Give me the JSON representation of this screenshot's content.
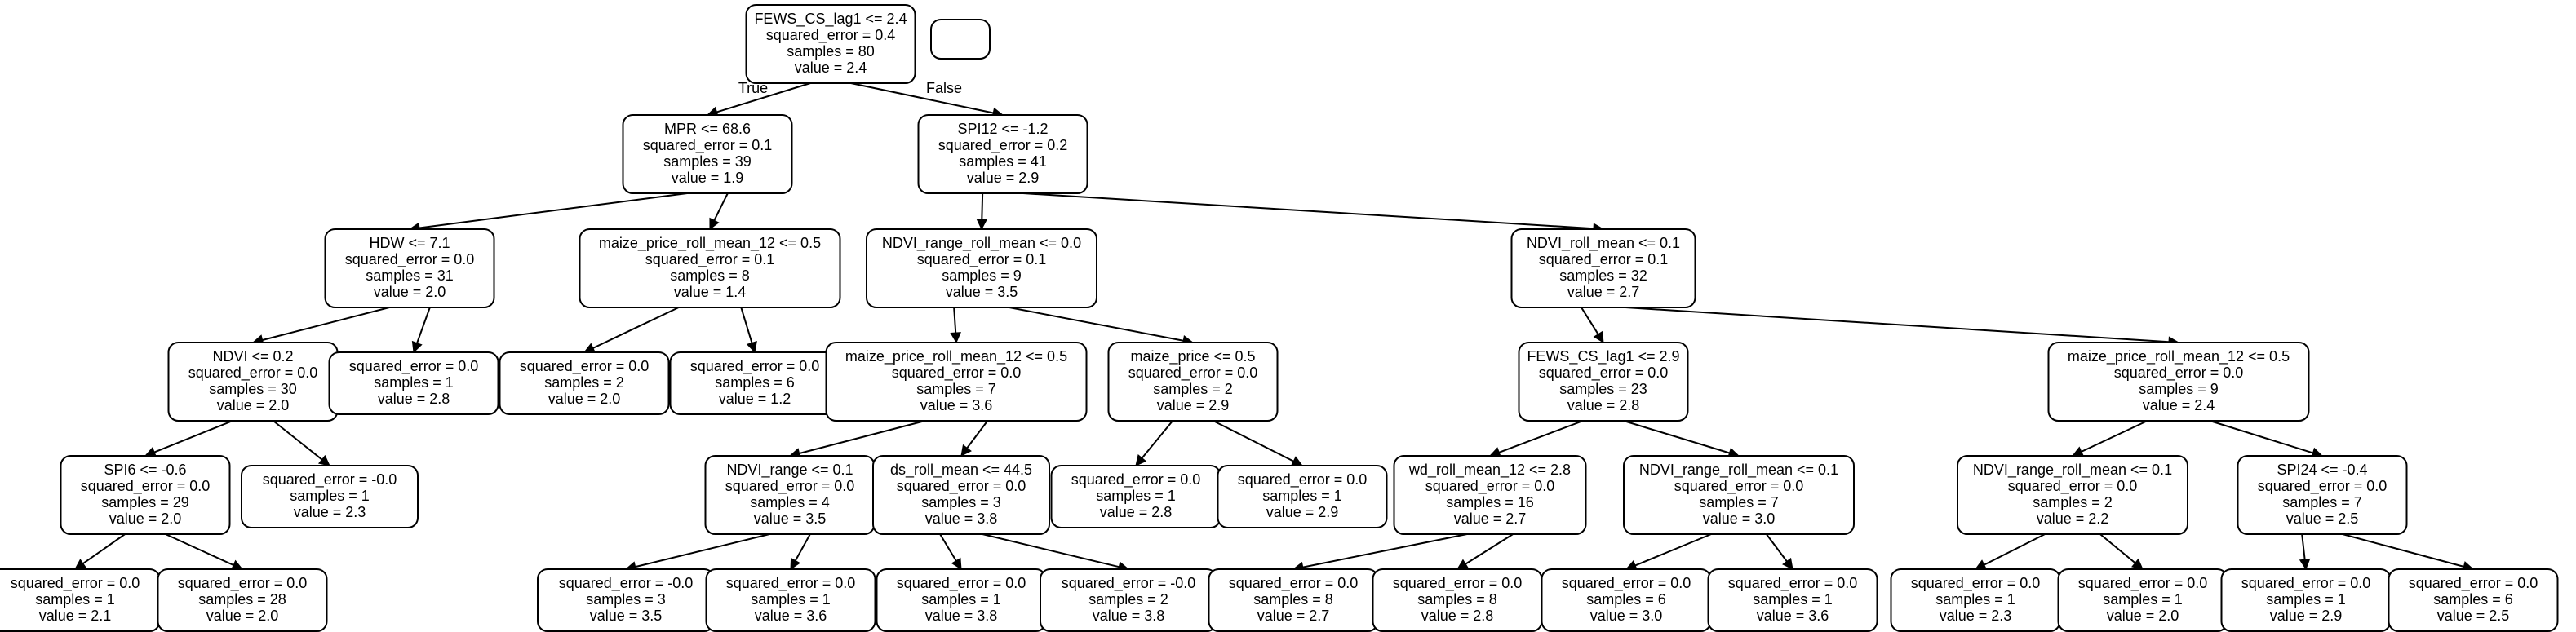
{
  "tree": {
    "root": {
      "lines": [
        "FEWS_CS_lag1 <= 2.4",
        "squared_error = 0.4",
        "samples = 80",
        "value = 2.4"
      ],
      "children": [
        {
          "lines": [
            "MPR <= 68.6",
            "squared_error = 0.1",
            "samples = 39",
            "value = 1.9"
          ],
          "children": [
            {
              "lines": [
                "HDW <= 7.1",
                "squared_error = 0.0",
                "samples = 31",
                "value = 2.0"
              ],
              "children": [
                {
                  "lines": [
                    "NDVI <= 0.2",
                    "squared_error = 0.0",
                    "samples = 30",
                    "value = 2.0"
                  ],
                  "children": [
                    {
                      "lines": [
                        "SPI6 <= -0.6",
                        "squared_error = 0.0",
                        "samples = 29",
                        "value = 2.0"
                      ],
                      "children": [
                        {
                          "lines": [
                            "squared_error = 0.0",
                            "samples = 1",
                            "value = 2.1"
                          ]
                        },
                        {
                          "lines": [
                            "squared_error = 0.0",
                            "samples = 28",
                            "value = 2.0"
                          ]
                        }
                      ]
                    },
                    {
                      "lines": [
                        "squared_error = -0.0",
                        "samples = 1",
                        "value = 2.3"
                      ]
                    }
                  ]
                },
                {
                  "lines": [
                    "squared_error = 0.0",
                    "samples = 1",
                    "value = 2.8"
                  ]
                }
              ]
            },
            {
              "lines": [
                "maize_price_roll_mean_12 <= 0.5",
                "squared_error = 0.1",
                "samples = 8",
                "value = 1.4"
              ],
              "children": [
                {
                  "lines": [
                    "squared_error = 0.0",
                    "samples = 2",
                    "value = 2.0"
                  ]
                },
                {
                  "lines": [
                    "squared_error = 0.0",
                    "samples = 6",
                    "value = 1.2"
                  ]
                }
              ]
            }
          ]
        },
        {
          "lines": [
            "SPI12 <= -1.2",
            "squared_error = 0.2",
            "samples = 41",
            "value = 2.9"
          ],
          "children": [
            {
              "lines": [
                "NDVI_range_roll_mean <= 0.0",
                "squared_error = 0.1",
                "samples = 9",
                "value = 3.5"
              ],
              "children": [
                {
                  "lines": [
                    "maize_price_roll_mean_12 <= 0.5",
                    "squared_error = 0.0",
                    "samples = 7",
                    "value = 3.6"
                  ],
                  "children": [
                    {
                      "lines": [
                        "NDVI_range <= 0.1",
                        "squared_error = 0.0",
                        "samples = 4",
                        "value = 3.5"
                      ],
                      "children": [
                        {
                          "lines": [
                            "squared_error = -0.0",
                            "samples = 3",
                            "value = 3.5"
                          ]
                        },
                        {
                          "lines": [
                            "squared_error = 0.0",
                            "samples = 1",
                            "value = 3.6"
                          ]
                        }
                      ]
                    },
                    {
                      "lines": [
                        "ds_roll_mean <= 44.5",
                        "squared_error = 0.0",
                        "samples = 3",
                        "value = 3.8"
                      ],
                      "children": [
                        {
                          "lines": [
                            "squared_error = 0.0",
                            "samples = 1",
                            "value = 3.8"
                          ]
                        },
                        {
                          "lines": [
                            "squared_error = -0.0",
                            "samples = 2",
                            "value = 3.8"
                          ]
                        }
                      ]
                    }
                  ]
                },
                {
                  "lines": [
                    "maize_price <= 0.5",
                    "squared_error = 0.0",
                    "samples = 2",
                    "value = 2.9"
                  ],
                  "children": [
                    {
                      "lines": [
                        "squared_error = 0.0",
                        "samples = 1",
                        "value = 2.8"
                      ]
                    },
                    {
                      "lines": [
                        "squared_error = 0.0",
                        "samples = 1",
                        "value = 2.9"
                      ]
                    }
                  ]
                }
              ]
            },
            {
              "lines": [
                "NDVI_roll_mean <= 0.1",
                "squared_error = 0.1",
                "samples = 32",
                "value = 2.7"
              ],
              "children": [
                {
                  "lines": [
                    "FEWS_CS_lag1 <= 2.9",
                    "squared_error = 0.0",
                    "samples = 23",
                    "value = 2.8"
                  ],
                  "children": [
                    {
                      "lines": [
                        "wd_roll_mean_12 <= 2.8",
                        "squared_error = 0.0",
                        "samples = 16",
                        "value = 2.7"
                      ],
                      "children": [
                        {
                          "lines": [
                            "squared_error = 0.0",
                            "samples = 8",
                            "value = 2.7"
                          ]
                        },
                        {
                          "lines": [
                            "squared_error = 0.0",
                            "samples = 8",
                            "value = 2.8"
                          ]
                        }
                      ]
                    },
                    {
                      "lines": [
                        "NDVI_range_roll_mean <= 0.1",
                        "squared_error = 0.0",
                        "samples = 7",
                        "value = 3.0"
                      ],
                      "children": [
                        {
                          "lines": [
                            "squared_error = 0.0",
                            "samples = 6",
                            "value = 3.0"
                          ]
                        },
                        {
                          "lines": [
                            "squared_error = 0.0",
                            "samples = 1",
                            "value = 3.6"
                          ]
                        }
                      ]
                    }
                  ]
                },
                {
                  "lines": [
                    "maize_price_roll_mean_12 <= 0.5",
                    "squared_error = 0.0",
                    "samples = 9",
                    "value = 2.4"
                  ],
                  "children": [
                    {
                      "lines": [
                        "NDVI_range_roll_mean <= 0.1",
                        "squared_error = 0.0",
                        "samples = 2",
                        "value = 2.2"
                      ],
                      "children": [
                        {
                          "lines": [
                            "squared_error = 0.0",
                            "samples = 1",
                            "value = 2.3"
                          ]
                        },
                        {
                          "lines": [
                            "squared_error = 0.0",
                            "samples = 1",
                            "value = 2.0"
                          ]
                        }
                      ]
                    },
                    {
                      "lines": [
                        "SPI24 <= -0.4",
                        "squared_error = 0.0",
                        "samples = 7",
                        "value = 2.5"
                      ],
                      "children": [
                        {
                          "lines": [
                            "squared_error = 0.0",
                            "samples = 1",
                            "value = 2.9"
                          ]
                        },
                        {
                          "lines": [
                            "squared_error = 0.0",
                            "samples = 6",
                            "value = 2.5"
                          ]
                        }
                      ]
                    }
                  ]
                }
              ]
            }
          ]
        }
      ]
    },
    "edge_labels": {
      "true_label": "True",
      "false_label": "False"
    }
  }
}
